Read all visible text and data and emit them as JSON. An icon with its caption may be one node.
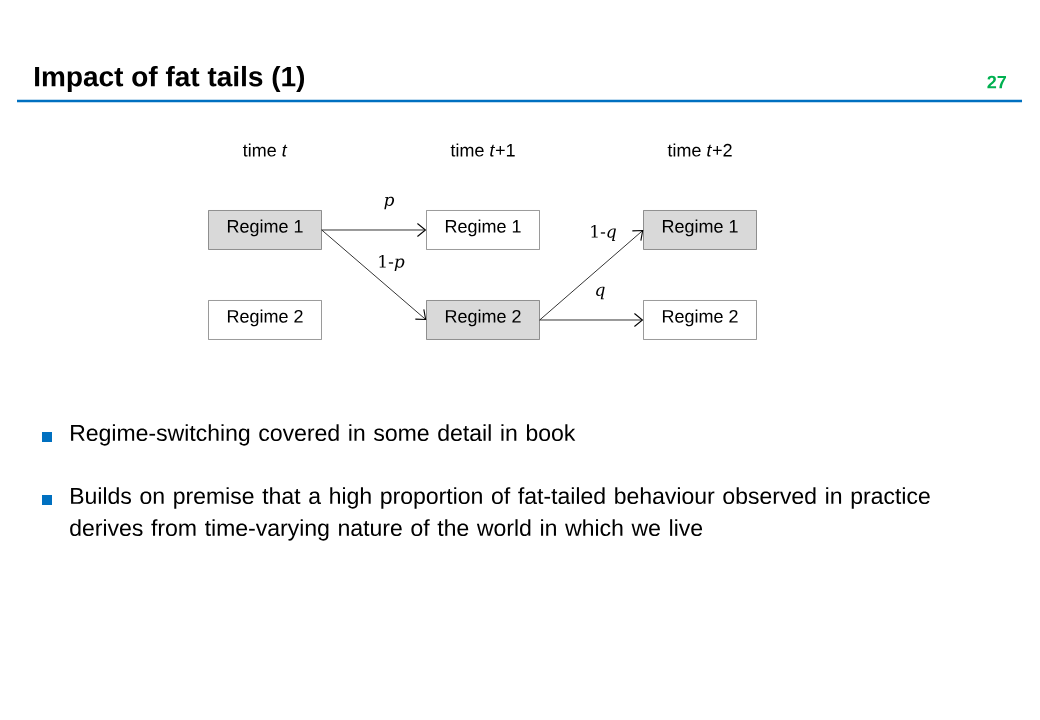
{
  "diagram": {
    "title": "Impact of fat tails (1)",
    "nodes": [
      {
        "text": [
          "Regime 1"
        ]
      },
      {
        "text": [
          "Regime 2"
        ]
      },
      {
        "text": [
          "Regime 1"
        ]
      },
      {
        "text": [
          "Regime 2"
        ]
      },
      {
        "text": [
          "Regime 1"
        ]
      },
      {
        "text": [
          "Regime 2"
        ]
      }
    ],
    "edges": [
      {
        "from": 0,
        "to": 2,
        "arrow": "to",
        "label": "*p*"
      },
      {
        "from": 0,
        "to": 3,
        "arrow": "to",
        "label": "1-*p*"
      },
      {
        "from": 3,
        "to": 4,
        "arrow": "to",
        "label": "1-*q*"
      },
      {
        "from": 3,
        "to": 5,
        "arrow": "to",
        "label": "*q*"
      }
    ],
    "labels": [
      "27",
      "time *t*",
      "time *t*+1",
      "time *t*+2",
      "Regime-switching covered in some detail in book",
      "Builds on premise that a high proportion of fat-tailed behaviour observed in practice derives from time-varying nature of the world in which we live"
    ]
  }
}
